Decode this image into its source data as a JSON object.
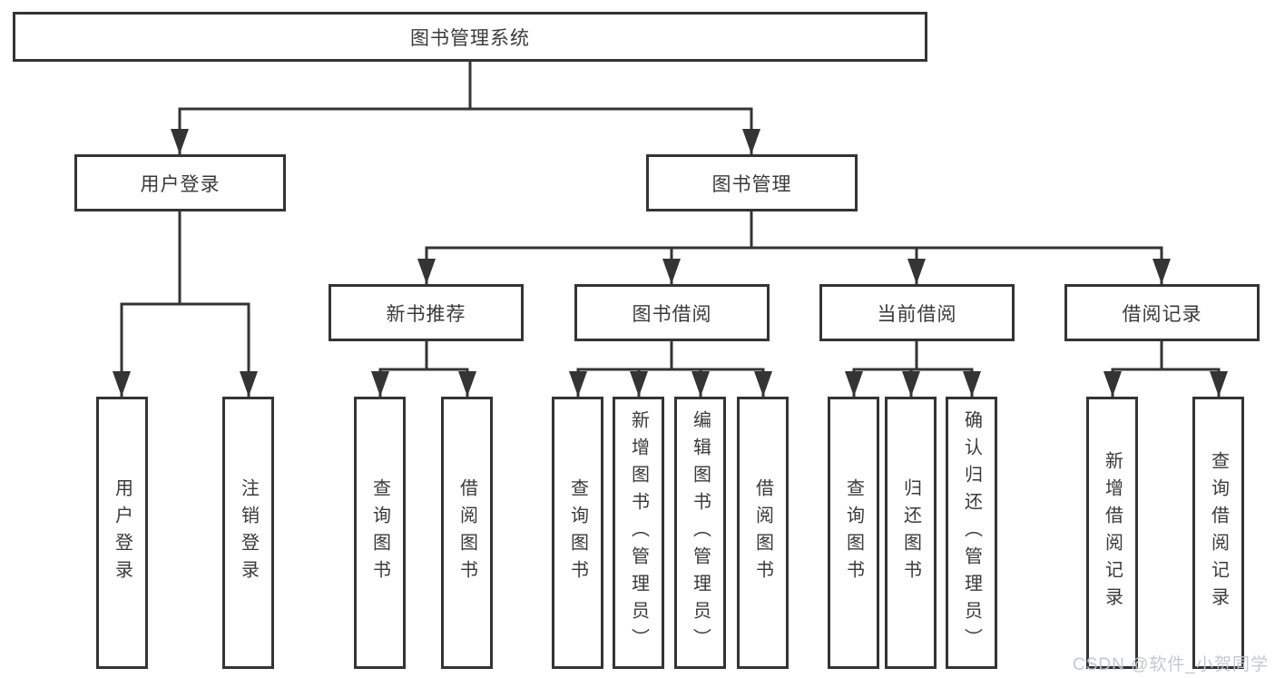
{
  "diagram": {
    "type": "functional-structure-tree",
    "tree": {
      "root": {
        "label": "图书管理系统"
      },
      "children": [
        {
          "label": "用户登录",
          "children": [
            {
              "label": "用户登录"
            },
            {
              "label": "注销登录"
            }
          ]
        },
        {
          "label": "图书管理",
          "children": [
            {
              "label": "新书推荐",
              "children": [
                {
                  "label": "查询图书"
                },
                {
                  "label": "借阅图书"
                }
              ]
            },
            {
              "label": "图书借阅",
              "children": [
                {
                  "label": "查询图书"
                },
                {
                  "label": "新增图书（管理员）"
                },
                {
                  "label": "编辑图书（管理员）"
                },
                {
                  "label": "借阅图书"
                }
              ]
            },
            {
              "label": "当前借阅",
              "children": [
                {
                  "label": "查询图书"
                },
                {
                  "label": "归还图书"
                },
                {
                  "label": "确认归还（管理员）"
                }
              ]
            },
            {
              "label": "借阅记录",
              "children": [
                {
                  "label": "新增借阅记录"
                },
                {
                  "label": "查询借阅记录"
                }
              ]
            }
          ]
        }
      ]
    }
  },
  "watermark": {
    "text": "CSDN @软件_小贺同学"
  },
  "colors": {
    "line": "#343434",
    "box_border": "#343434",
    "box_fill": "#ffffff",
    "text": "#3a3a3a",
    "watermark": "#c2c6cc",
    "background": "#ffffff"
  }
}
